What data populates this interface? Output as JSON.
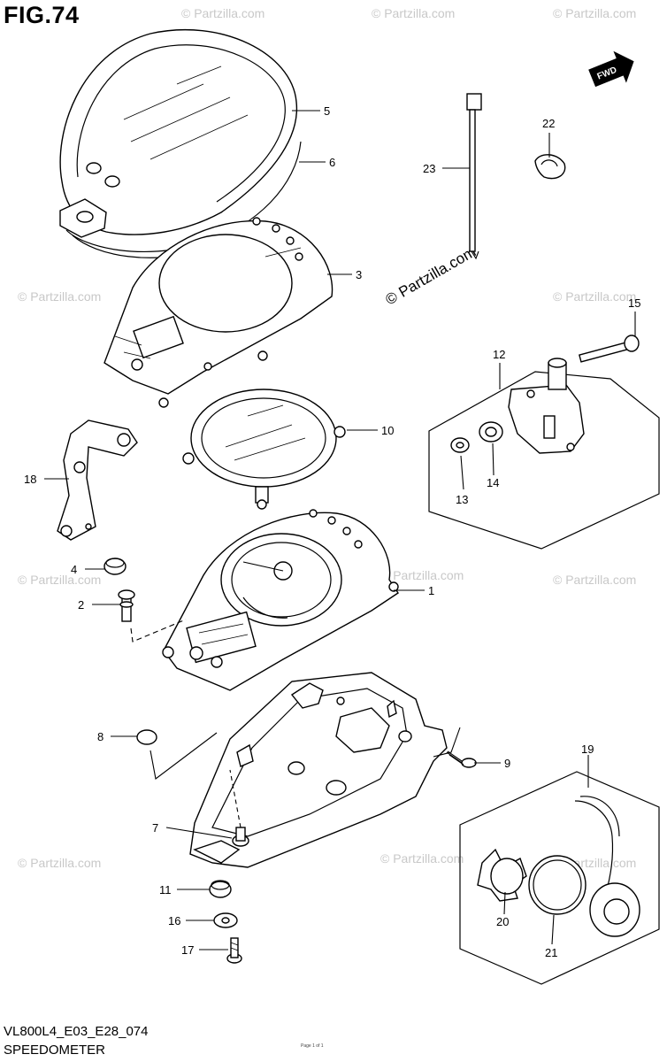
{
  "figure": {
    "title": "FIG.74",
    "code": "VL800L4_E03_E28_074",
    "name": "SPEEDOMETER",
    "forward_marker": "FWD",
    "watermark": "© Partzilla.com",
    "footer_small": "Page 1 of 1"
  },
  "callouts": {
    "p1": "1",
    "p2": "2",
    "p3": "3",
    "p4": "4",
    "p5": "5",
    "p6": "6",
    "p7": "7",
    "p8": "8",
    "p9": "9",
    "p10": "10",
    "p11": "11",
    "p12": "12",
    "p13": "13",
    "p14": "14",
    "p15": "15",
    "p16": "16",
    "p17": "17",
    "p18": "18",
    "p19": "19",
    "p20": "20",
    "p21": "21",
    "p22": "22",
    "p23": "23"
  },
  "colors": {
    "line": "#000000",
    "watermark": "#c8c8c8",
    "background": "#ffffff"
  }
}
